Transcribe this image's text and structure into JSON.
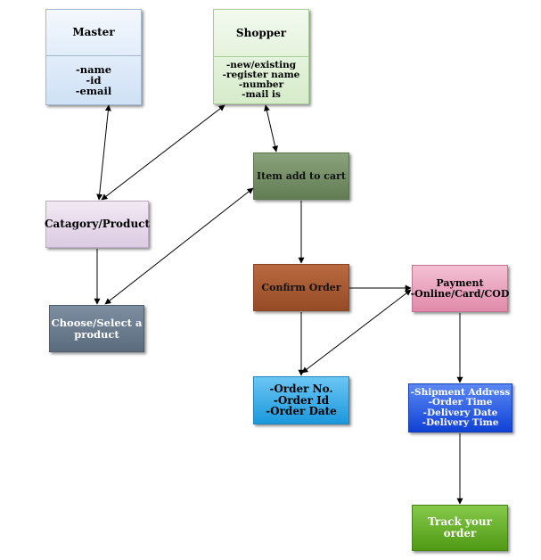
{
  "master": {
    "title": "Master",
    "fields": [
      "-name",
      "-id",
      "-email"
    ]
  },
  "shopper": {
    "title": "Shopper",
    "fields": [
      "-new/existing",
      "-register name",
      "-number",
      "-mail is"
    ]
  },
  "item_add_to_cart": {
    "label": "Item add to cart"
  },
  "category_product": {
    "label": "Catagory/Product"
  },
  "choose_select": {
    "lines": [
      "Choose/Select a",
      "product"
    ]
  },
  "confirm_order": {
    "label": "Confirm Order"
  },
  "payment": {
    "lines": [
      "Payment",
      "-Online/Card/COD"
    ]
  },
  "order_info": {
    "lines": [
      "-Order No.",
      "-Order Id",
      "-Order Date"
    ]
  },
  "shipment": {
    "lines": [
      "-Shipment Address",
      "-Order Time",
      "-Delivery Date",
      "-Delivery Time"
    ]
  },
  "track_order": {
    "lines": [
      "Track your",
      "order"
    ]
  },
  "colors": {
    "master": "#d6e6f8",
    "shopper": "#dcefd4",
    "item_add_to_cart": "#6f8a60",
    "category_product": "#e6d7ea",
    "choose_select": "#66788c",
    "confirm_order": "#a3562f",
    "payment": "#e79bb8",
    "order_info": "#2aa6e6",
    "shipment": "#1a56e8",
    "track_order": "#5aa61a"
  }
}
